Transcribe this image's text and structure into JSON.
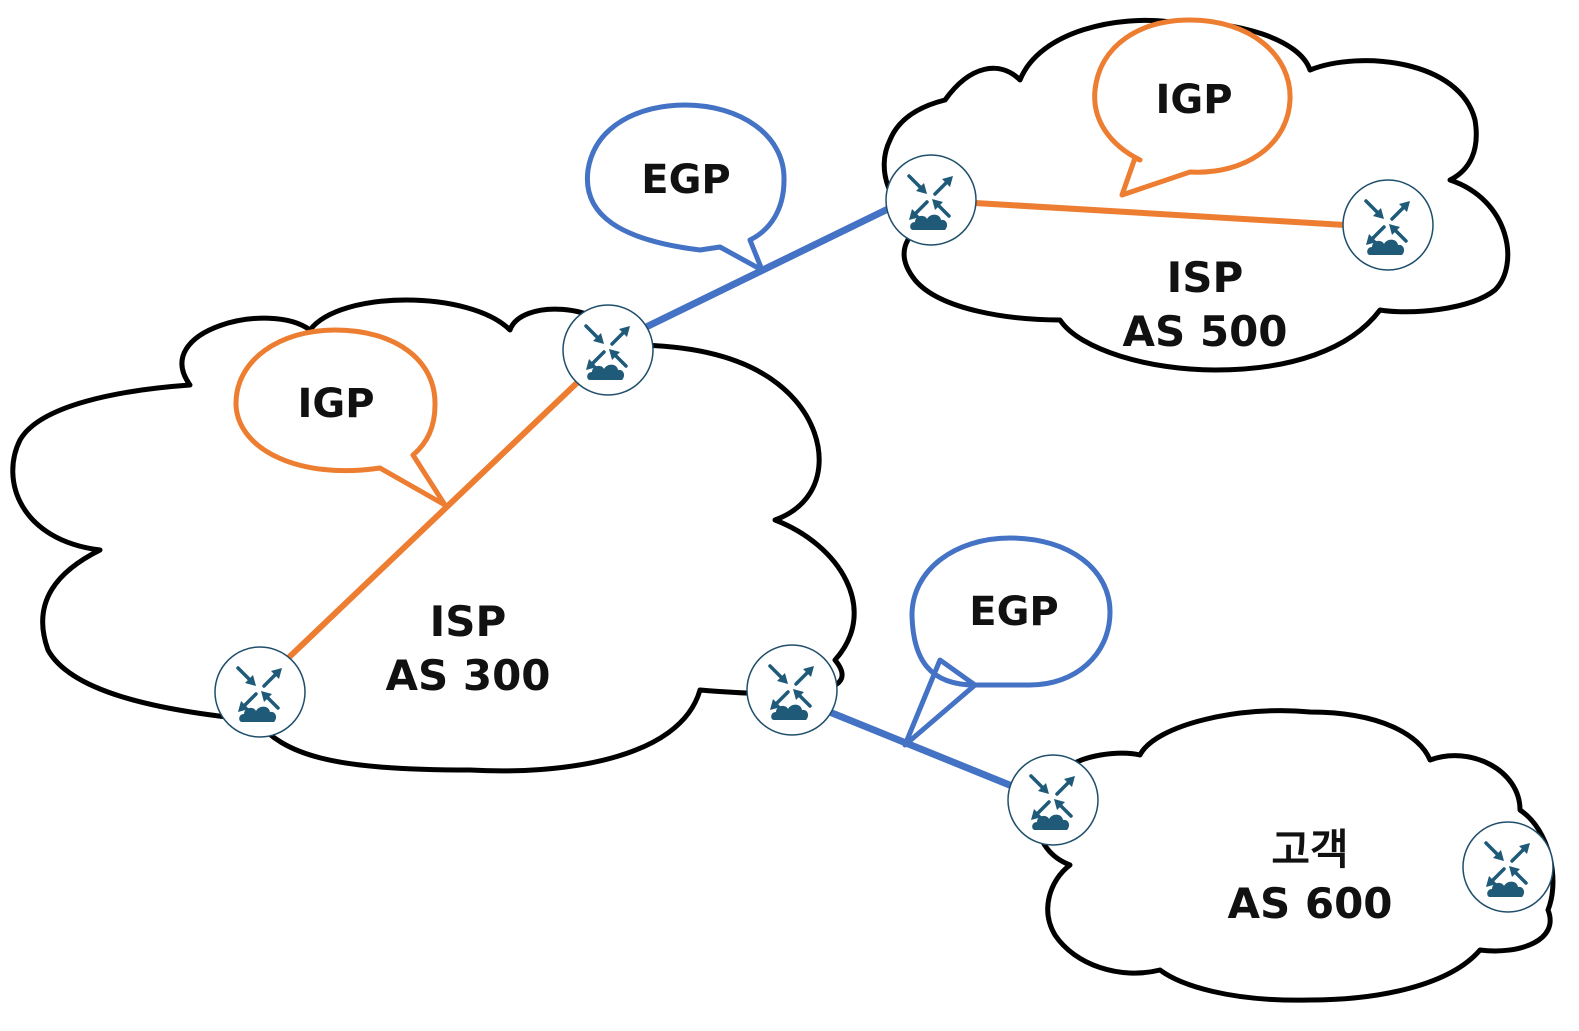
{
  "diagram": {
    "colors": {
      "egp": "#4472C4",
      "igp": "#ED7D31",
      "cloud_stroke": "#000000",
      "router_icon": "#1f5a78"
    },
    "clouds": [
      {
        "id": "as300",
        "line1": "ISP",
        "line2": "AS 300"
      },
      {
        "id": "as500",
        "line1": "ISP",
        "line2": "AS 500"
      },
      {
        "id": "as600",
        "line1": "고객",
        "line2": "AS 600"
      }
    ],
    "bubbles": [
      {
        "id": "egp-top",
        "text": "EGP",
        "protocol": "egp"
      },
      {
        "id": "igp-top",
        "text": "IGP",
        "protocol": "igp"
      },
      {
        "id": "igp-left",
        "text": "IGP",
        "protocol": "igp"
      },
      {
        "id": "egp-bottom",
        "text": "EGP",
        "protocol": "egp"
      }
    ],
    "routers": [
      {
        "id": "r300-top",
        "icon": "router-icon"
      },
      {
        "id": "r300-left",
        "icon": "router-icon"
      },
      {
        "id": "r300-right",
        "icon": "router-icon"
      },
      {
        "id": "r500-left",
        "icon": "router-icon"
      },
      {
        "id": "r500-right",
        "icon": "router-icon"
      },
      {
        "id": "r600-left",
        "icon": "router-icon"
      },
      {
        "id": "r600-right",
        "icon": "router-icon"
      }
    ],
    "links": [
      {
        "from": "r300-top",
        "to": "r500-left",
        "protocol": "egp"
      },
      {
        "from": "r300-right",
        "to": "r600-left",
        "protocol": "egp"
      },
      {
        "from": "r300-left",
        "to": "r300-top",
        "protocol": "igp"
      },
      {
        "from": "r500-left",
        "to": "r500-right",
        "protocol": "igp"
      }
    ]
  }
}
